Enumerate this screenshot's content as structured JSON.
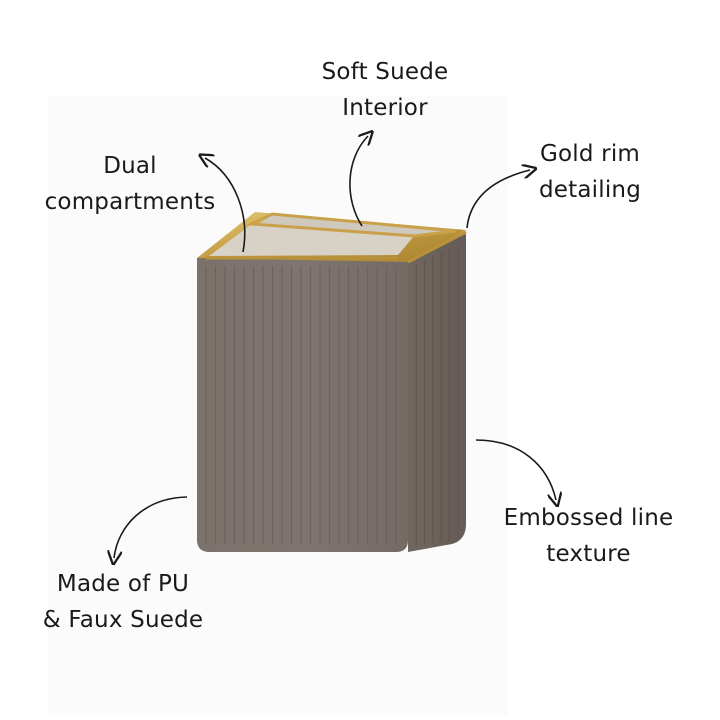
{
  "labels": {
    "suede": {
      "line1": "Soft Suede",
      "line2": "Interior"
    },
    "dual": {
      "line1": "Dual",
      "line2": "compartments"
    },
    "gold": {
      "line1": "Gold rim",
      "line2": "detailing"
    },
    "emboss": {
      "line1": "Embossed line",
      "line2": "texture"
    },
    "material": {
      "line1": "Made of PU",
      "line2": "& Faux Suede"
    }
  },
  "colors": {
    "body": "#7b716b",
    "body_side": "#6e645f",
    "rim_gold": "#c9a14a",
    "interior": "#d9d3c9",
    "text": "#1a1a1a"
  },
  "icons": [
    "curved-arrow-icon"
  ]
}
